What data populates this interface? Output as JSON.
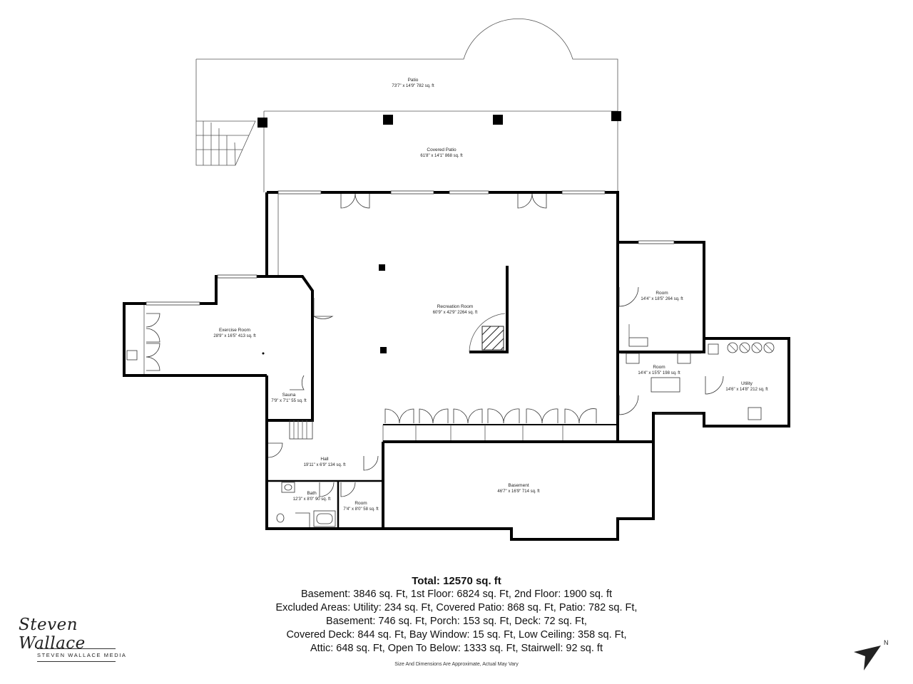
{
  "rooms": {
    "patio": {
      "name": "Patio",
      "dims": "73'7\" x 14'9\" 782 sq. ft"
    },
    "covered_patio": {
      "name": "Covered Patio",
      "dims": "61'8\" x 14'1\" 868 sq. ft"
    },
    "recreation": {
      "name": "Recreation Room",
      "dims": "60'9\" x 42'9\" 2264 sq. ft"
    },
    "room_upper": {
      "name": "Room",
      "dims": "14'4\" x 18'5\" 264 sq. ft"
    },
    "room_mid": {
      "name": "Room",
      "dims": "14'4\" x 15'5\" 198 sq. ft"
    },
    "utility": {
      "name": "Utility",
      "dims": "14'6\" x 14'8\" 212 sq. ft"
    },
    "exercise": {
      "name": "Exercise Room",
      "dims": "28'9\" x 16'5\" 413 sq. ft"
    },
    "sauna": {
      "name": "Sauna",
      "dims": "7'9\" x 7'1\" 55 sq. ft"
    },
    "hall": {
      "name": "Hall",
      "dims": "19'11\" x 6'9\" 134 sq. ft"
    },
    "bath": {
      "name": "Bath",
      "dims": "12'3\" x 8'0\" 90 sq. ft"
    },
    "room_small": {
      "name": "Room",
      "dims": "7'4\" x 8'0\" 58 sq. ft"
    },
    "basement": {
      "name": "Basement",
      "dims": "46'7\" x 16'9\" 714 sq. ft"
    }
  },
  "summary": {
    "total": "Total: 12570 sq. ft",
    "lines": [
      "Basement: 3846 sq. Ft, 1st Floor: 6824 sq. Ft, 2nd Floor: 1900 sq. ft",
      "Excluded Areas: Utility: 234 sq. Ft, Covered Patio: 868 sq. Ft, Patio: 782 sq. Ft,",
      "Basement: 746 sq. Ft, Porch: 153 sq. Ft, Deck: 72 sq. Ft,",
      "Covered Deck: 844 sq. Ft, Bay Window: 15 sq. Ft, Low Ceiling: 358 sq. Ft,",
      "Attic: 648 sq. Ft, Open To Below: 1333 sq. Ft, Stairwell: 92 sq. ft"
    ]
  },
  "disclaimer": "Size And Dimensions Are Approximate, Actual May Vary",
  "branding": {
    "script": "Steven Wallace",
    "company": "STEVEN WALLACE MEDIA"
  },
  "compass": {
    "label": "N",
    "icon": "north-arrow-icon"
  }
}
